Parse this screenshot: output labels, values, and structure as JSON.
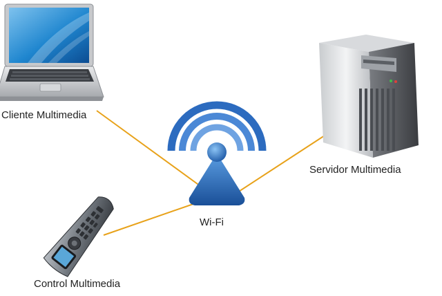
{
  "nodes": {
    "client": {
      "label": "Cliente Multimedia",
      "icon": "laptop-icon"
    },
    "server": {
      "label": "Servidor Multimedia",
      "icon": "server-tower-icon"
    },
    "remote": {
      "label": "Control Multimedia",
      "icon": "remote-control-icon"
    },
    "hub": {
      "label": "Wi-Fi",
      "icon": "wifi-access-point-icon"
    }
  },
  "colors": {
    "link": "#e8a21a",
    "wifi_blue": "#1f5fae",
    "text": "#222222"
  }
}
